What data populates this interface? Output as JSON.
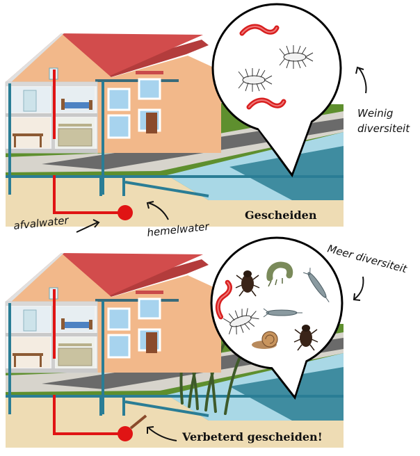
{
  "panel_top": {
    "caption": "Gescheiden",
    "label_wastewater": "afvalwater",
    "label_rainwater": "hemelwater",
    "bubble_note_line1": "Weinig",
    "bubble_note_line2": "diversiteit",
    "bubble_organisms": [
      "red-worm",
      "water-louse",
      "water-louse",
      "red-worm"
    ]
  },
  "panel_bottom": {
    "caption": "Verbeterd gescheiden!",
    "bubble_note": "Meer diversiteit",
    "bubble_organisms": [
      "red-worm",
      "water-beetle",
      "freshwater-shrimp",
      "mayfly-larva",
      "water-louse",
      "damselfly-larva",
      "pond-snail",
      "water-beetle"
    ]
  },
  "colors": {
    "roof": "#c94a4a",
    "wall": "#f2b88a",
    "sewer_red": "#e01414",
    "rain_pipe": "#2a7d95",
    "grass": "#5e8f2e",
    "water_light": "#a9d8e6",
    "water_dark": "#3f8ca0",
    "sand": "#eedcb4",
    "road": "#6a6a6a"
  }
}
